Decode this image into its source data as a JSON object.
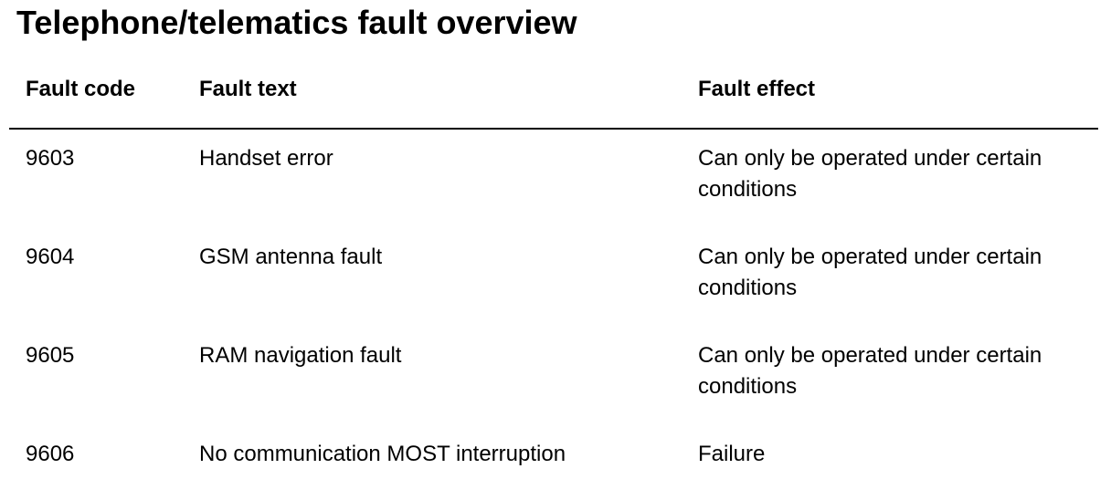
{
  "title": "Telephone/telematics fault overview",
  "headers": [
    "Fault code",
    "Fault text",
    "Fault effect"
  ],
  "rows": [
    {
      "code": "9603",
      "text": "Handset error",
      "effect": "Can only be operated under certain conditions"
    },
    {
      "code": "9604",
      "text": "GSM antenna fault",
      "effect": "Can only be operated under certain conditions"
    },
    {
      "code": "9605",
      "text": "RAM navigation fault",
      "effect": "Can only be operated under certain conditions"
    },
    {
      "code": "9606",
      "text": "No communication MOST interruption",
      "effect": "Failure"
    }
  ]
}
